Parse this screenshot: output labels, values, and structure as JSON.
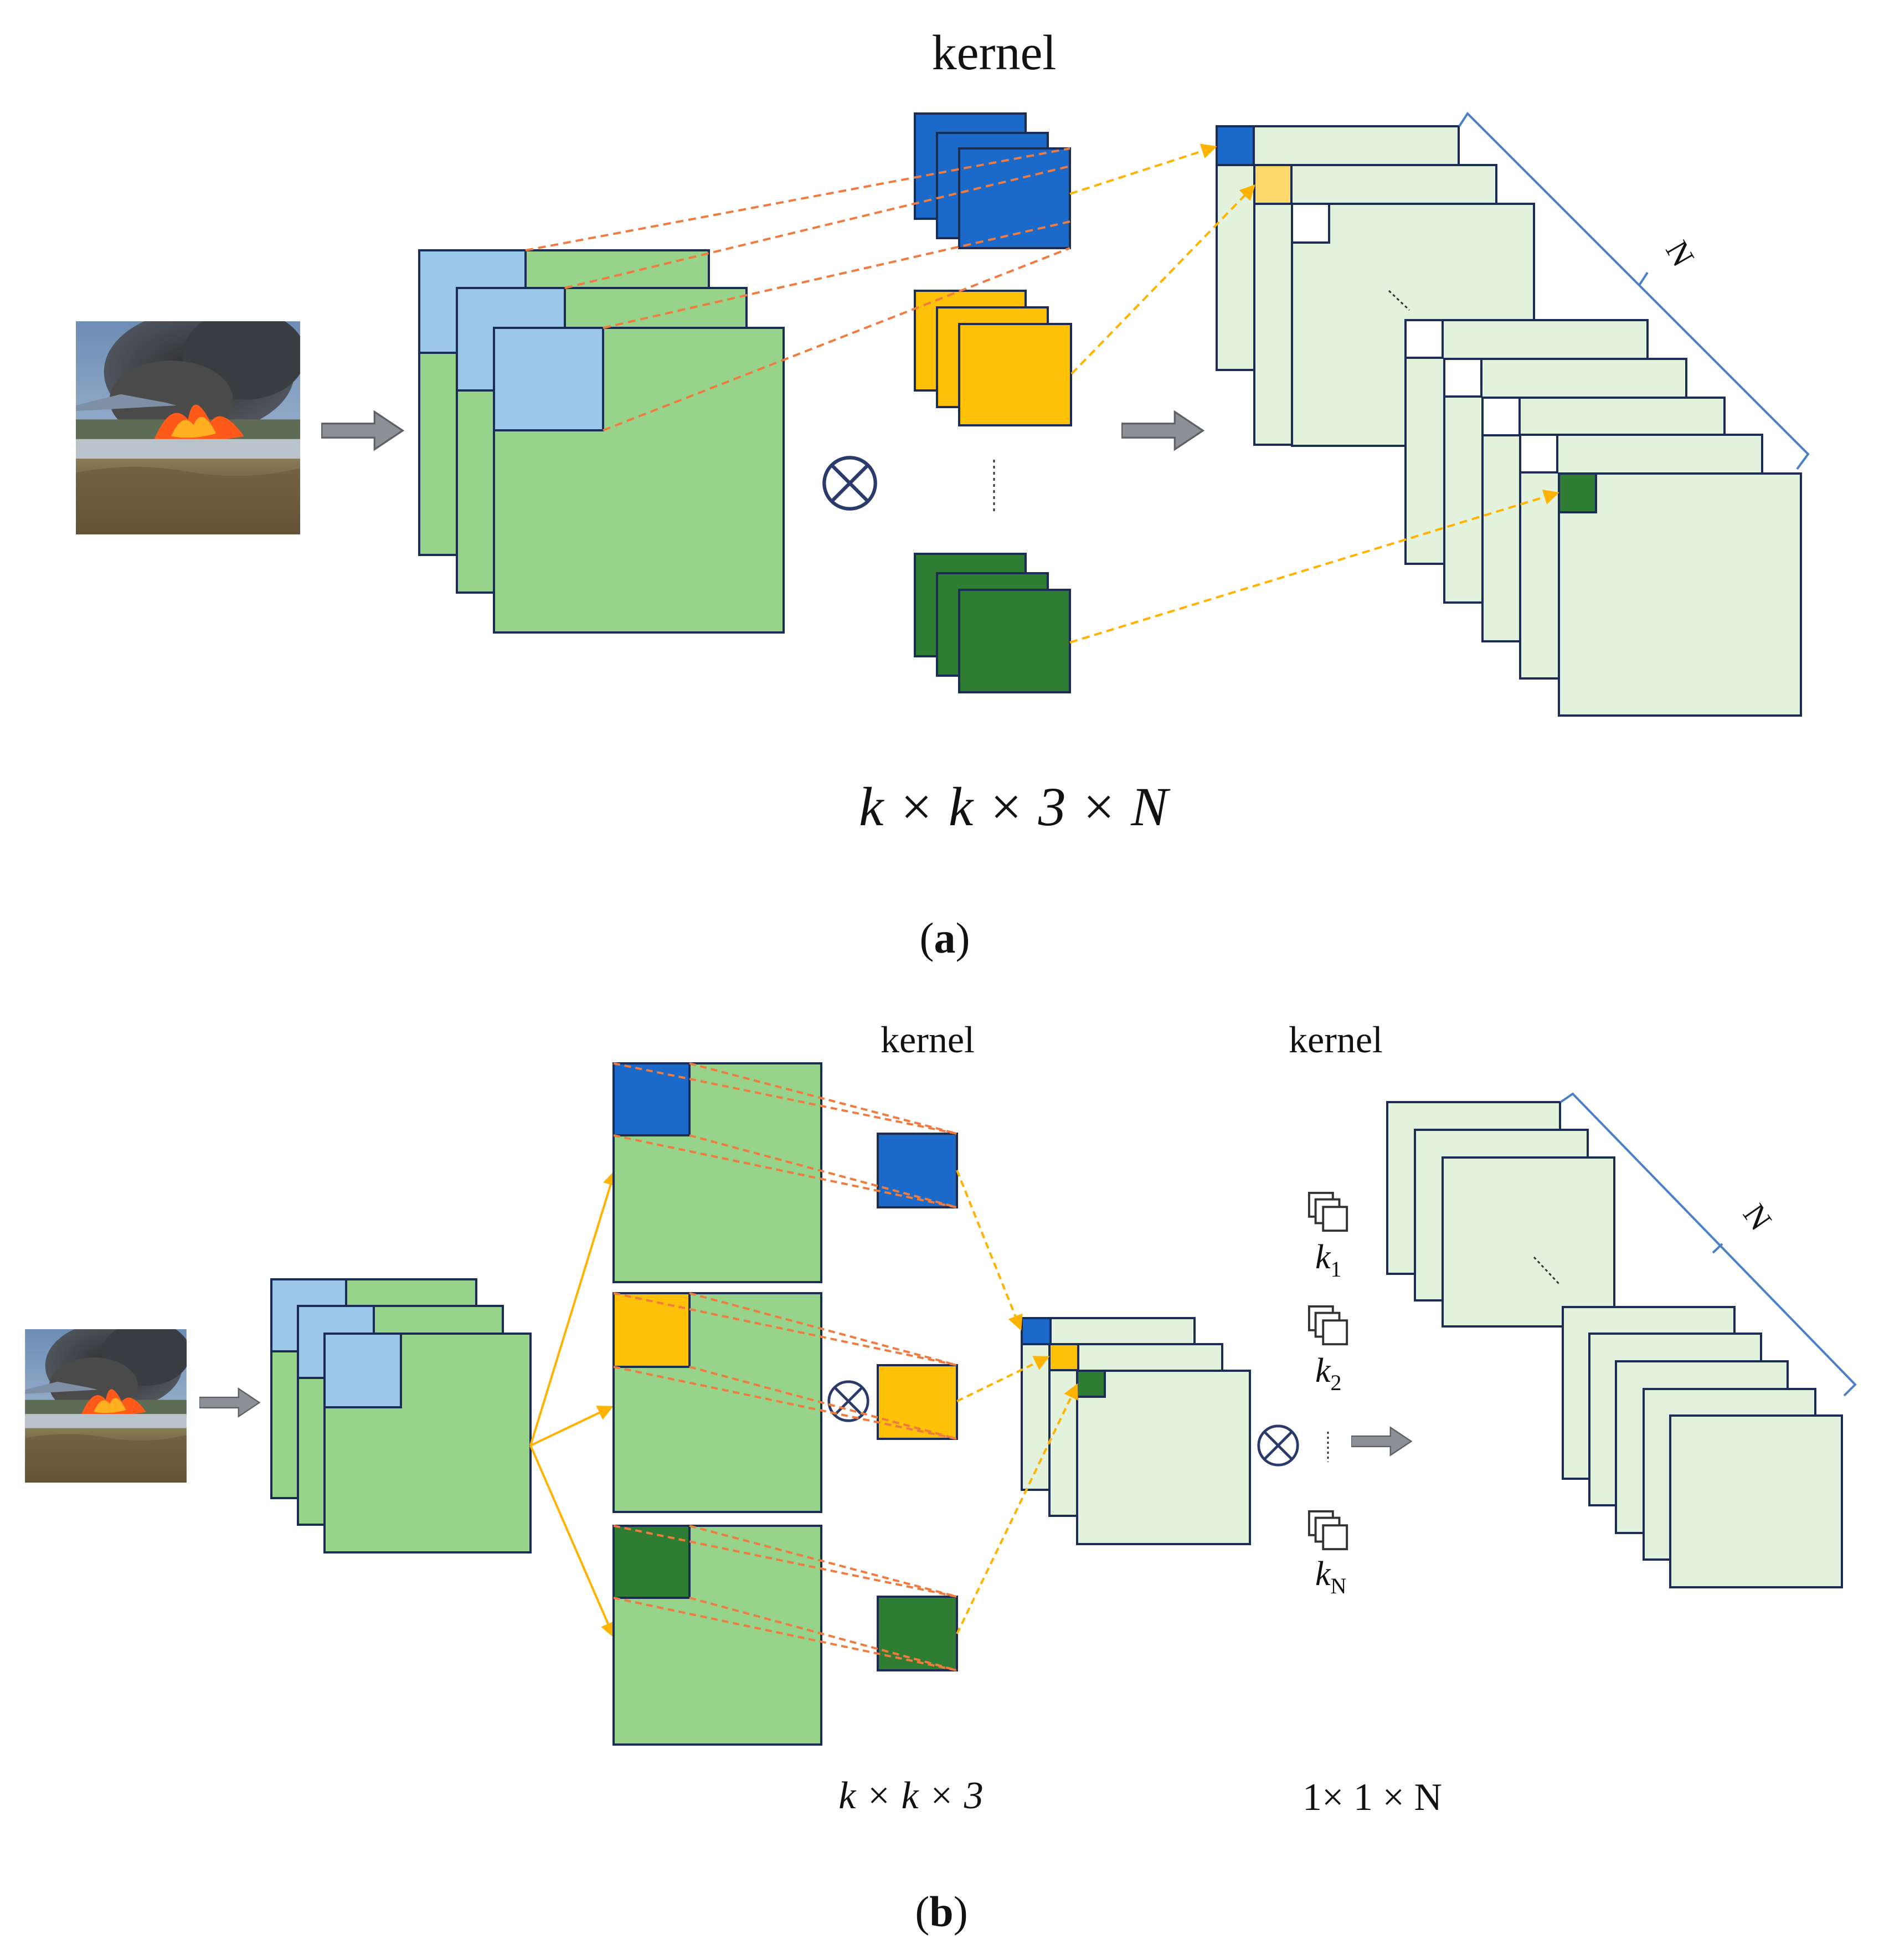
{
  "colors": {
    "input_green": "#97d38b",
    "input_blue": "#9bc8ea",
    "kernel_blue": "#1b69c8",
    "kernel_yellow": "#ffc107",
    "kernel_green": "#2e7d32",
    "feature_light": "#e2f2dc",
    "arrow_gray": "#8c8f96",
    "dash_orange": "#f07b3f",
    "dash_yellow": "#ffb300",
    "bracket_blue": "#4a7fc9",
    "yellow_cell_light": "#ffd96a"
  },
  "icons": {
    "input_image": "fire-photo",
    "operator": "circled-times-icon",
    "process_arrow": "gray-right-arrow-icon",
    "pointwise_kernel": "stacked-squares-icon"
  },
  "panel_a": {
    "kernel_label": "kernel",
    "formula": "k × k × 3 × N",
    "bracket_label": "N",
    "caption_open": "(",
    "caption_letter": "a",
    "caption_close": ")"
  },
  "panel_b": {
    "kernel_label_1": "kernel",
    "kernel_label_2": "kernel",
    "formula_depthwise": "k × k × 3",
    "formula_pointwise": "1× 1 × N",
    "pointwise_kernels": [
      {
        "base": "k",
        "sub": "1"
      },
      {
        "base": "k",
        "sub": "2"
      },
      {
        "base": "k",
        "sub": "N"
      }
    ],
    "bracket_label": "N",
    "caption_open": "(",
    "caption_letter": "b",
    "caption_close": ")"
  }
}
